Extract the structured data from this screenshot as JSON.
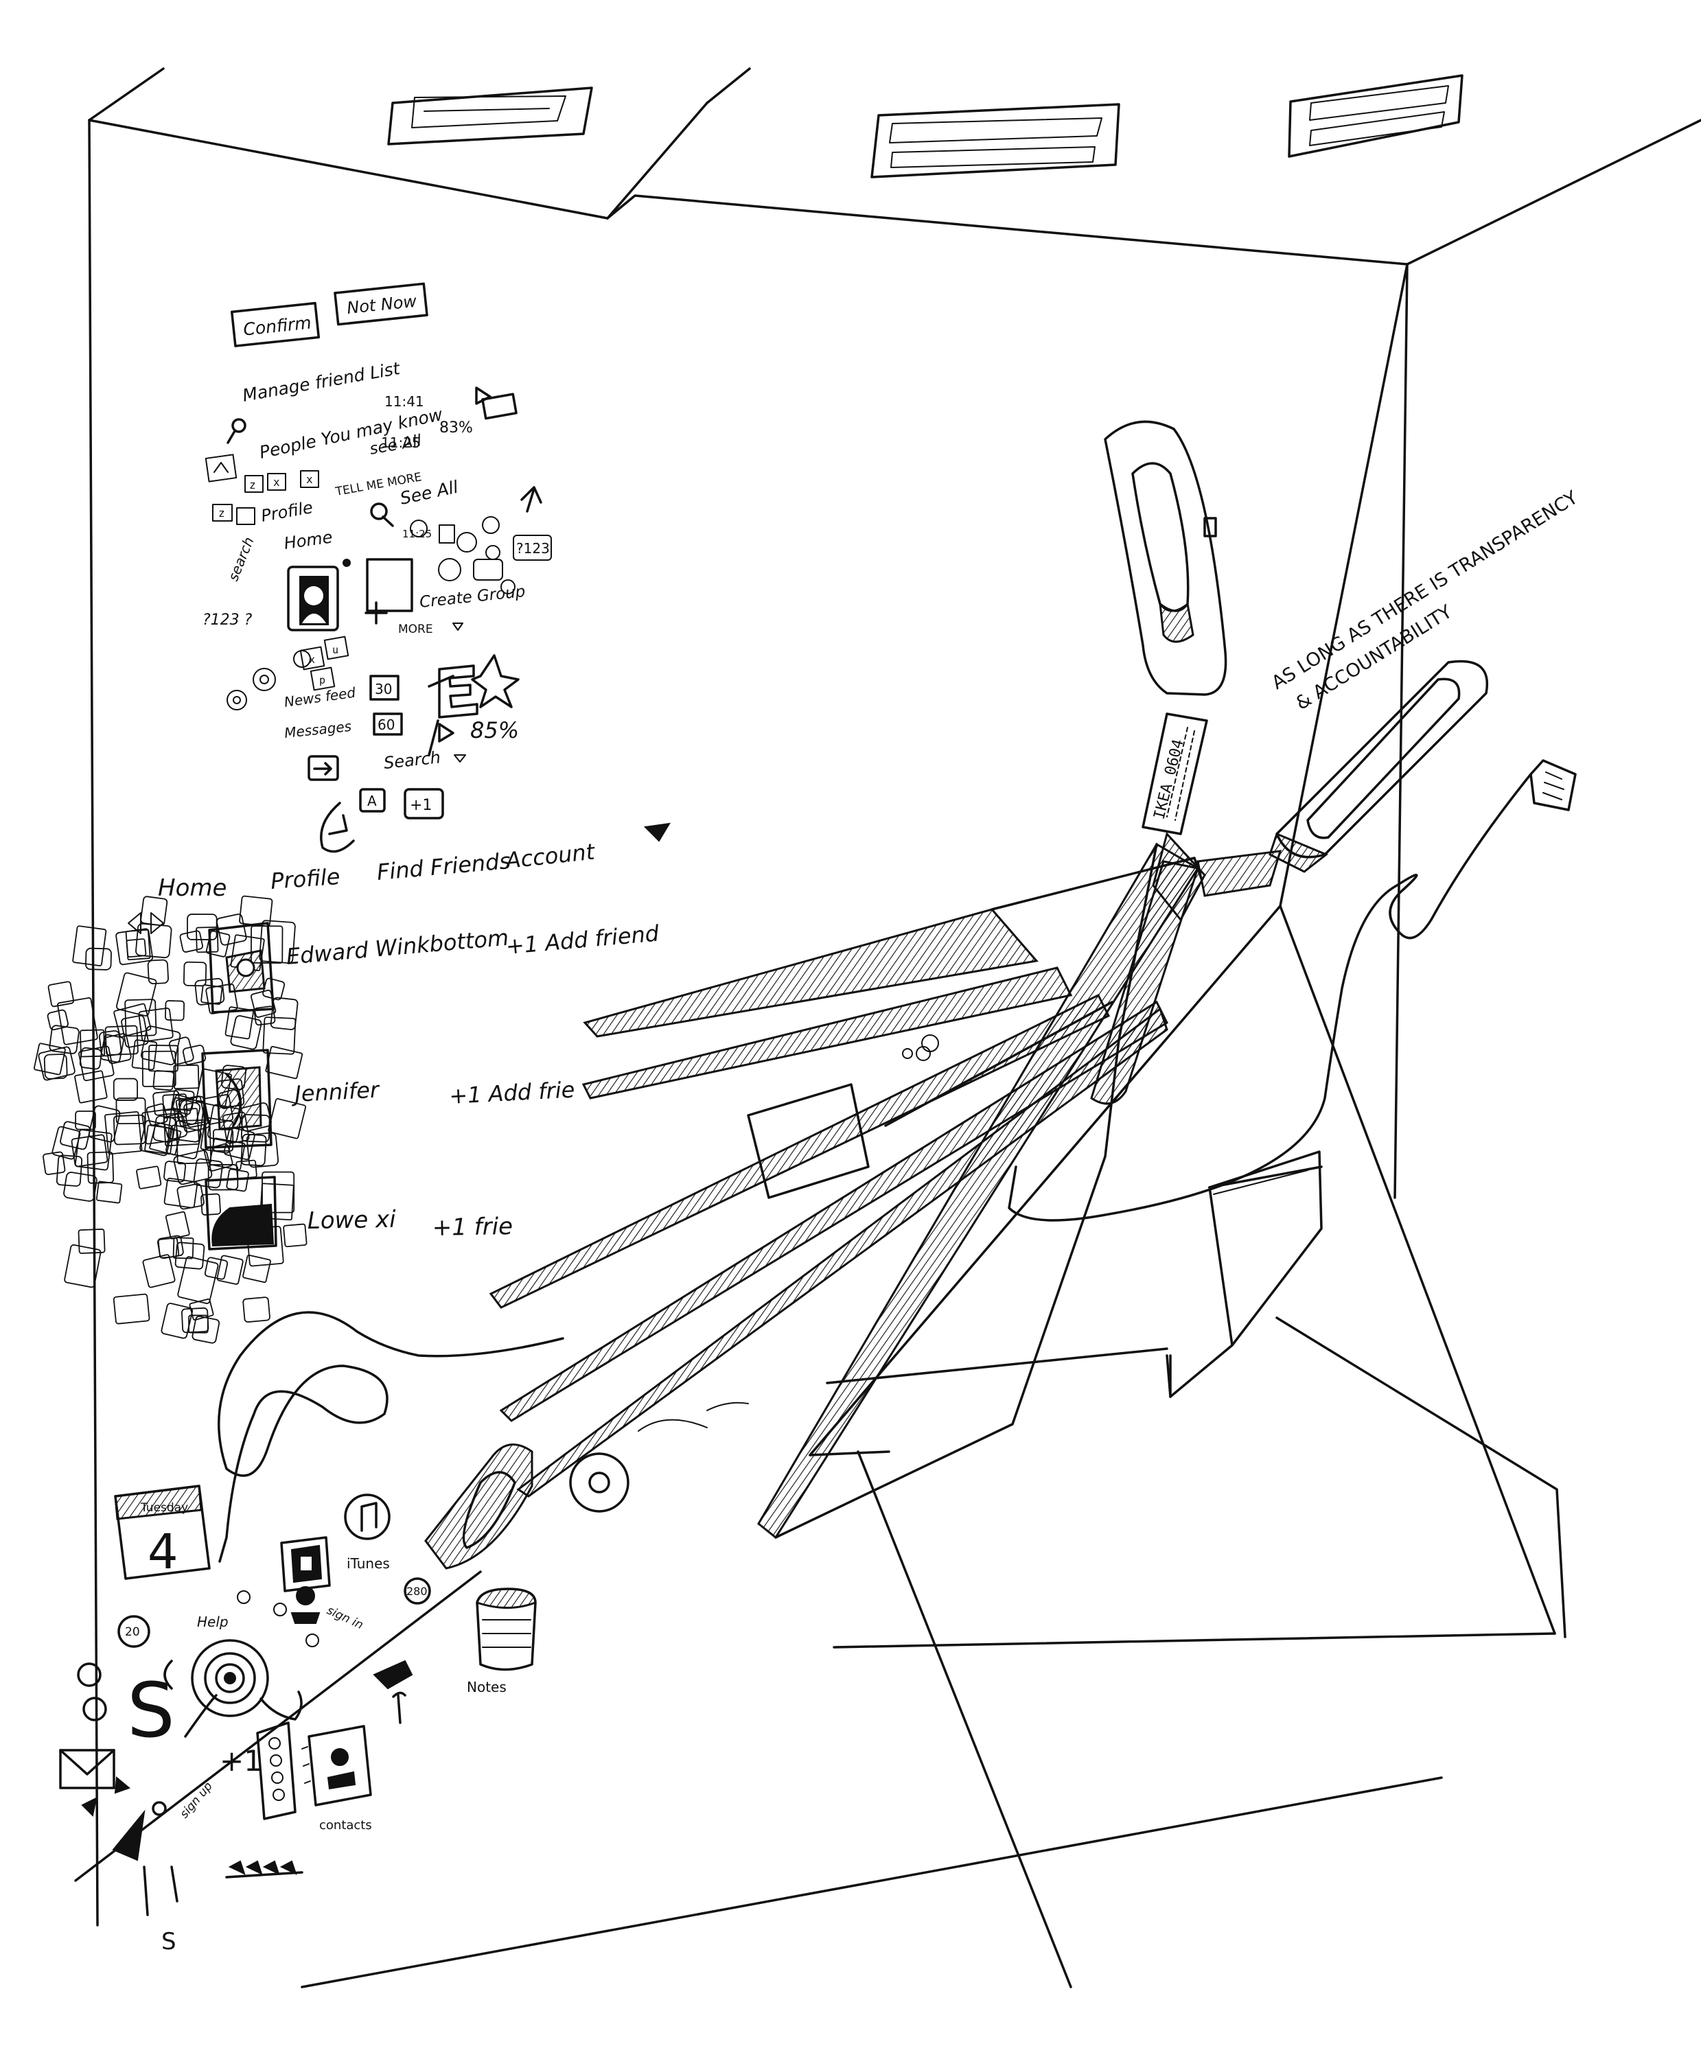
{
  "friend_request": {
    "confirm_label": "Confirm",
    "not_now_label": "Not Now",
    "manage_list": "Manage friend List"
  },
  "status": {
    "time_1": "11:41",
    "battery_1": "83%",
    "time_2": "11:25",
    "battery_2": "85%",
    "time_3": "11:25",
    "badge_123": "?123"
  },
  "scribbles": {
    "people_you_may_know": "People You may know",
    "see_all_1": "see All",
    "see_all_2": "See All",
    "tell_me_more": "TELL ME MORE",
    "profile": "Profile",
    "search_vertical": "search",
    "home": "Home",
    "create_group": "Create Group",
    "more": "MORE",
    "news_feed": "News feed",
    "news_feed_count": "30",
    "messages": "Messages",
    "messages_count": "60",
    "search": "Search",
    "key_a": "A",
    "plus_one_badge": "+1",
    "question_123": "?123 ?"
  },
  "keys": [
    "z",
    "x",
    "x",
    "z",
    "u",
    "x",
    "p"
  ],
  "nav": {
    "home": "Home",
    "profile": "Profile",
    "find_friends": "Find Friends",
    "account": "Account"
  },
  "suggestions": [
    {
      "name": "Edward Winkbottom",
      "action": "+1 Add friend"
    },
    {
      "name": "Jennifer",
      "action": "+1 Add frie"
    },
    {
      "name": "Lowe xi",
      "action": "+1 frie"
    }
  ],
  "wall_text": {
    "line_1": "AS LONG AS THERE IS TRANSPARENCY",
    "line_2": "& ACCOUNTABILITY"
  },
  "tag": {
    "label": "IKEA 0604"
  },
  "icons": {
    "calendar_day": "Tuesday",
    "calendar_date": "4",
    "itunes": "iTunes",
    "notes": "Notes",
    "sign_in": "sign in",
    "help": "Help",
    "sign_up": "sign up",
    "contacts": "contacts",
    "count_20": "20",
    "count_280": "280",
    "plus_one": "+1",
    "letter_s": "S",
    "letter_s_small": "S"
  }
}
